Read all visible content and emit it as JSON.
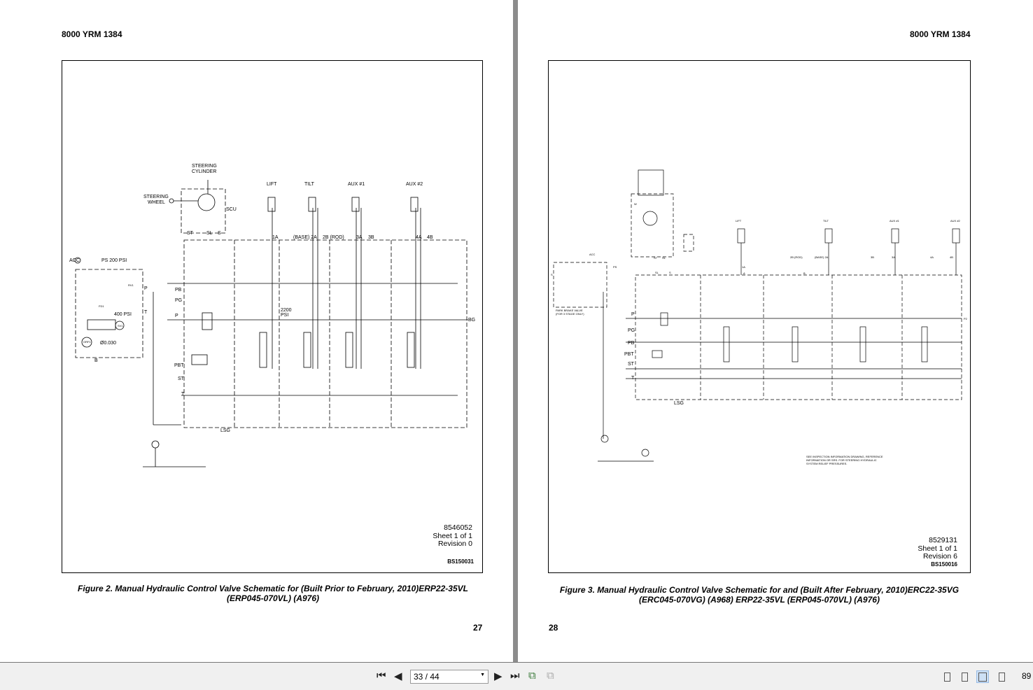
{
  "left_page": {
    "header": "8000 YRM 1384",
    "labels": {
      "steering_cylinder": "STEERING",
      "steering_cylinder2": "CYLINDER",
      "steering_wheel": "STEERING",
      "steering_wheel2": "WHEEL",
      "scu": "SCU",
      "lift": "LIFT",
      "tilt": "TILT",
      "aux1": "AUX #1",
      "aux2": "AUX #2",
      "p1a": "1A",
      "base2a": "(BASE) 2A",
      "rod2b": "2B (ROD)",
      "p3a": "3A",
      "p3b": "3B",
      "p4a": "4A",
      "p4b": "4B",
      "acc": "ACC",
      "ps": "PS 200 PSI",
      "p": "P",
      "pb": "PB",
      "pg": "PG",
      "p2": "P",
      "t": "T",
      "psi400": "400 PSI",
      "orf": "Ø0.030",
      "b": "B",
      "pbt": "PBT",
      "st": "ST",
      "t2": "T",
      "lsg": "LSG",
      "bg": "BG",
      "st2": "ST",
      "sl": "SL",
      "s": "S",
      "psi2200": "2200",
      "psi2200b": "PSI",
      "fd1": "FD1",
      "rv1": "RV1",
      "sv1": "SV1",
      "orf1": "ORF1"
    },
    "drawing_no": "8546052",
    "sheet": "Sheet 1 of 1",
    "revision": "Revision 0",
    "bs": "BS150031",
    "caption_line1": "Figure 2. Manual Hydraulic Control Valve Schematic for (Built Prior to February, 2010)ERP22-35VL",
    "caption_line2": "(ERP045-070VL) (A976)",
    "page_number": "27"
  },
  "right_page": {
    "header": "8000 YRM 1384",
    "labels": {
      "lift": "LIFT",
      "tilt": "TILT",
      "aux1": "AUX #1",
      "aux2": "AUX #2",
      "acc": "ACC",
      "p1a": "1A",
      "rod2b": "2B (ROD)",
      "base2a": "(BASE) 2A",
      "p3b": "3B",
      "p3a": "3A",
      "p4a": "4A",
      "p4b": "4B",
      "a": "A",
      "b": "B",
      "p": "P",
      "pg": "PG",
      "pb": "PB",
      "pbt": "PBT",
      "st": "ST",
      "t": "T",
      "lsg": "LSG",
      "p2": "P2",
      "st2": "ST",
      "sl": "SL",
      "s": "S",
      "w": "W",
      "ps": "PS",
      "s2": "S",
      "park": "PARK BRAKE VALVE",
      "park2": "(FOR 3 STAGE ONLY)"
    },
    "note": [
      "SEE INSPECTION INFORMATION DRAWING, REFERENCE",
      "INFORMATION OR SRS. FOR STEERING HYDRAULIC",
      "SYSTEM RELIEF PRESSURES."
    ],
    "drawing_no": "8529131",
    "sheet": "Sheet 1 of 1",
    "revision": "Revision 6",
    "bs": "BS150016",
    "caption_line1": "Figure 3. Manual Hydraulic Control Valve Schematic for and (Built After February, 2010)ERC22-35VG",
    "caption_line2": "(ERC045-070VG) (A968) ERP22-35VL (ERP045-070VL) (A976)",
    "page_number": "28"
  },
  "toolbar": {
    "page_field": "33 / 44",
    "zoom": "89"
  }
}
